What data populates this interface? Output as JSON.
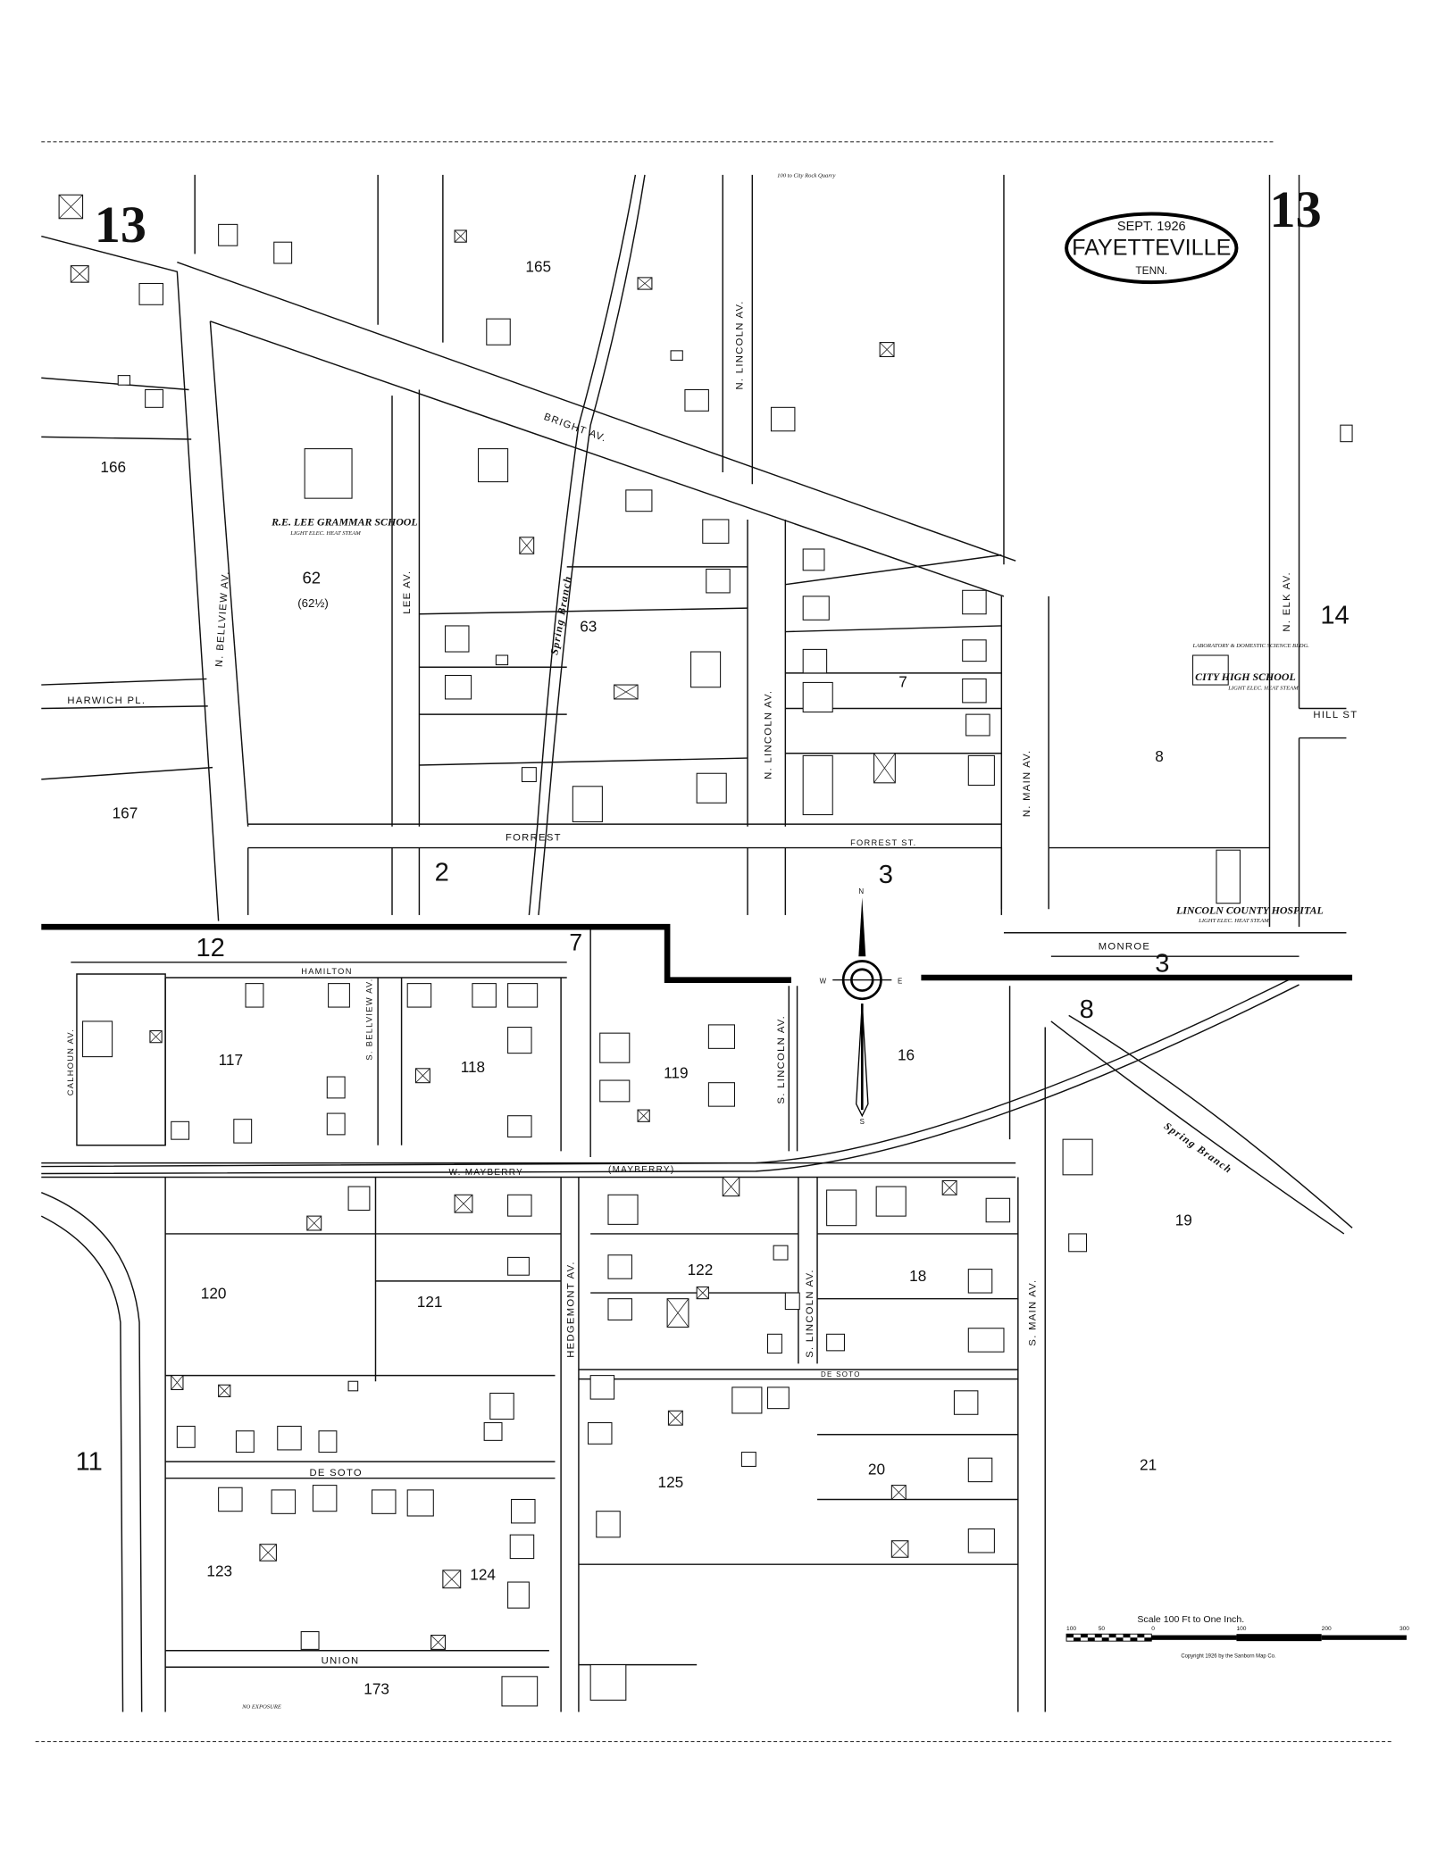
{
  "title": {
    "date": "SEPT. 1926",
    "city": "FAYETTEVILLE",
    "state": "TENN."
  },
  "sheet_number": "13",
  "top_note": "100 to City Rock Quarry",
  "blocks": [
    "165",
    "166",
    "62",
    "(62½)",
    "63",
    "7",
    "8",
    "14",
    "167",
    "2",
    "3",
    "12",
    "7",
    "3",
    "8",
    "117",
    "118",
    "119",
    "16",
    "19",
    "120",
    "121",
    "122",
    "18",
    "11",
    "125",
    "20",
    "21",
    "123",
    "124",
    "173"
  ],
  "streets": {
    "n_bellview": "N. BELLVIEW AV.",
    "lee": "LEE AV.",
    "bright": "BRIGHT AV.",
    "n_lincoln_upper": "N. LINCOLN AV.",
    "n_lincoln_lower": "N. LINCOLN AV.",
    "n_main": "N. MAIN AV.",
    "n_elk": "N. ELK AV.",
    "hill": "HILL ST",
    "harwich": "HARWICH PL.",
    "forrest": "FORREST",
    "forrest_st": "FORREST ST.",
    "monroe": "MONROE",
    "hamilton": "HAMILTON",
    "calhoun": "CALHOUN AV.",
    "s_bellview": "S. BELLVIEW AV.",
    "s_lincoln_upper": "S. LINCOLN AV.",
    "w_mayberry": "W. MAYBERRY",
    "mayberry": "(MAYBERRY)",
    "hedgemont": "HEDGEMONT AV.",
    "s_lincoln_lower": "S. LINCOLN AV.",
    "s_main": "S. MAIN AV.",
    "de_soto_right": "DE SOTO",
    "de_soto_left": "DE SOTO",
    "union": "UNION",
    "spring_branch": "Spring Branch"
  },
  "landmarks": {
    "lee_school": "R.E. LEE GRAMMAR SCHOOL",
    "lee_school_sub": "LIGHT ELEC. HEAT STEAM",
    "high_school": "CITY HIGH SCHOOL",
    "high_school_sub": "LIGHT ELEC. HEAT STEAM",
    "lab": "LABORATORY & DOMESTIC SCIENCE BLDG.",
    "hospital": "LINCOLN COUNTY HOSPITAL",
    "hospital_sub": "LIGHT ELEC. HEAT STEAM",
    "no_exposure": "NO EXPOSURE"
  },
  "scale": {
    "label": "Scale 100 Ft to One Inch.",
    "ticks": [
      "100",
      "50",
      "0",
      "100",
      "200",
      "300"
    ],
    "copyright": "Copyright 1926 by the Sanborn Map Co."
  },
  "compass": {
    "n": "N",
    "s": "S",
    "e": "E",
    "w": "W"
  }
}
